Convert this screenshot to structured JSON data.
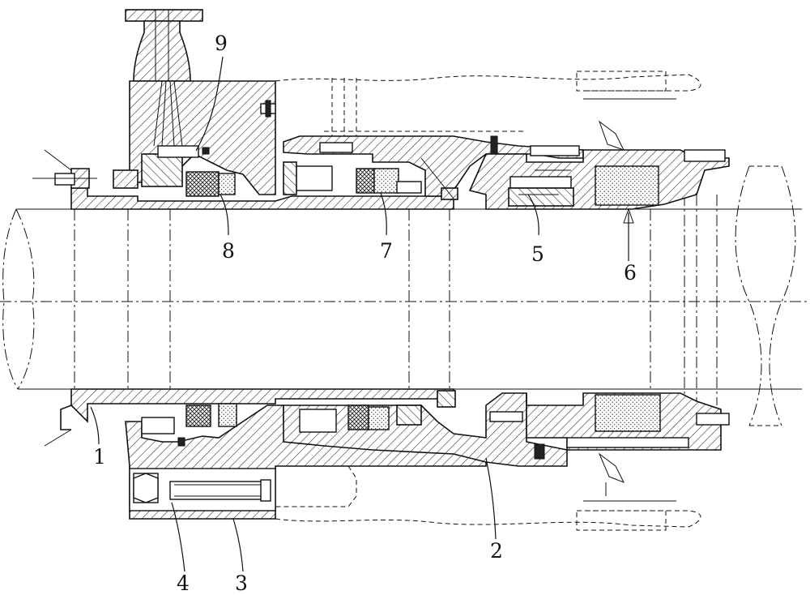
{
  "figure": {
    "labels": [
      {
        "id": "label-1",
        "text": "1"
      },
      {
        "id": "label-2",
        "text": "2"
      },
      {
        "id": "label-3",
        "text": "3"
      },
      {
        "id": "label-4",
        "text": "4"
      },
      {
        "id": "label-5",
        "text": "5"
      },
      {
        "id": "label-6",
        "text": "6"
      },
      {
        "id": "label-7",
        "text": "7"
      },
      {
        "id": "label-8",
        "text": "8"
      },
      {
        "id": "label-9",
        "text": "9"
      }
    ]
  }
}
